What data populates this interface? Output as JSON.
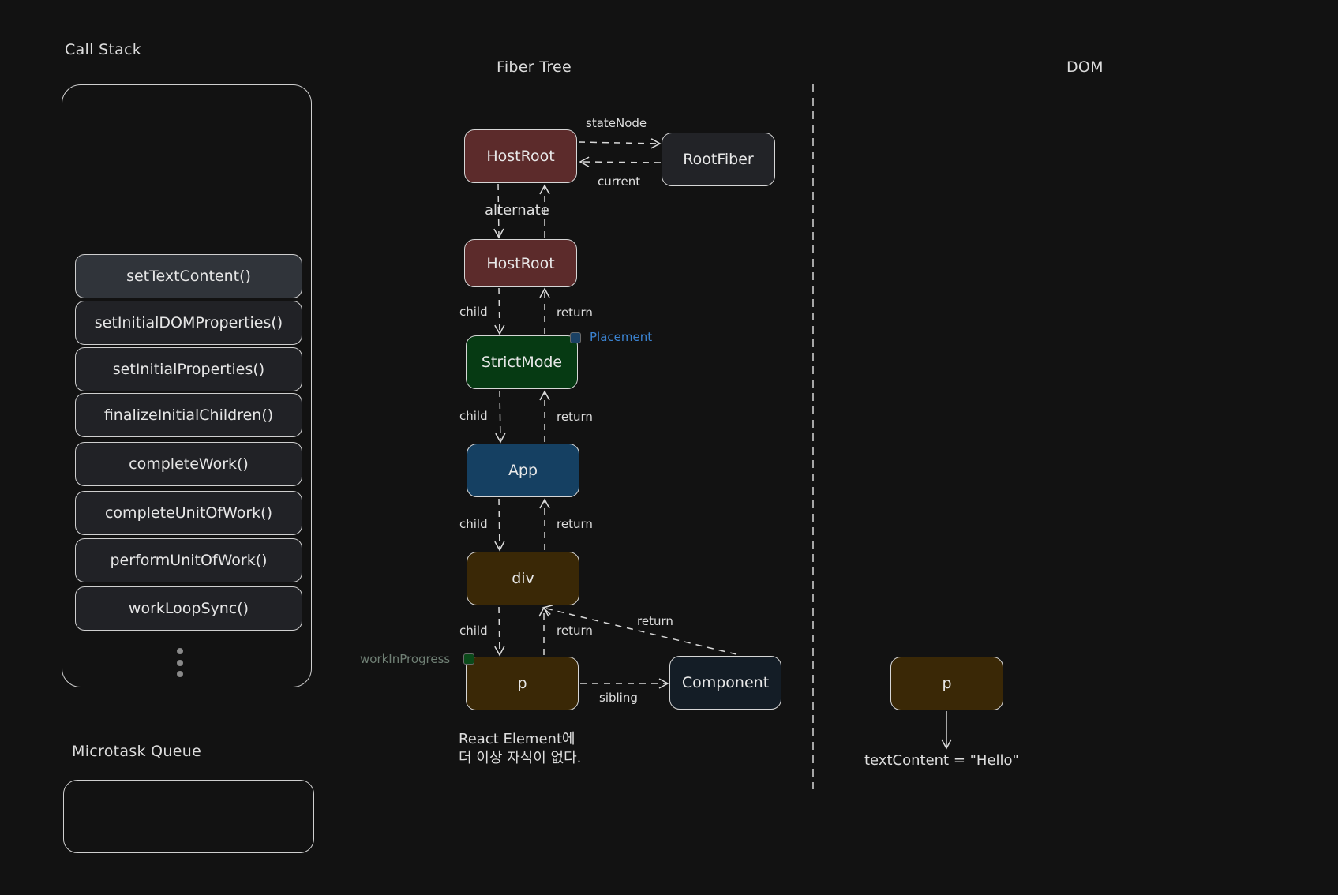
{
  "sections": {
    "call_stack": "Call Stack",
    "microtask_queue": "Microtask Queue",
    "fiber_tree": "Fiber Tree",
    "dom": "DOM"
  },
  "call_stack": {
    "frames": [
      {
        "label": "setTextContent()",
        "active": true
      },
      {
        "label": "setInitialDOMProperties()",
        "active": false
      },
      {
        "label": "setInitialProperties()",
        "active": false
      },
      {
        "label": "finalizeInitialChildren()",
        "active": false
      },
      {
        "label": "completeWork()",
        "active": false
      },
      {
        "label": "completeUnitOfWork()",
        "active": false
      },
      {
        "label": "performUnitOfWork()",
        "active": false
      },
      {
        "label": "workLoopSync()",
        "active": false
      }
    ],
    "more_indicator": "ellipsis-vertical-icon"
  },
  "microtask_queue": {
    "items": []
  },
  "fiber_tree": {
    "nodes": {
      "hostroot_current": {
        "label": "HostRoot",
        "color": "#5c2b2b"
      },
      "rootfiber": {
        "label": "RootFiber",
        "color": "#222327"
      },
      "hostroot_wip": {
        "label": "HostRoot",
        "color": "#5c2b2b"
      },
      "strictmode": {
        "label": "StrictMode",
        "color": "#063a13"
      },
      "app": {
        "label": "App",
        "color": "#154062"
      },
      "div": {
        "label": "div",
        "color": "#3a2806"
      },
      "p": {
        "label": "p",
        "color": "#3a2806"
      },
      "component": {
        "label": "Component",
        "color": "#141d26"
      }
    },
    "edges": {
      "state_node": "stateNode",
      "current": "current",
      "alternate": "alternate",
      "child": "child",
      "return": "return",
      "sibling": "sibling"
    },
    "badges": {
      "placement": {
        "label": "Placement",
        "color": "#3b83d1",
        "marker_color": "#1b4164"
      },
      "work_in_progress": {
        "label": "workInProgress",
        "color": "#6f7f74",
        "marker_color": "#0b4a1a"
      }
    },
    "note_line1": "React Element에",
    "note_line2": "더 이상 자식이 없다."
  },
  "dom": {
    "node": {
      "label": "p",
      "color": "#3a2806"
    },
    "text_content": "textContent = \"Hello\""
  }
}
